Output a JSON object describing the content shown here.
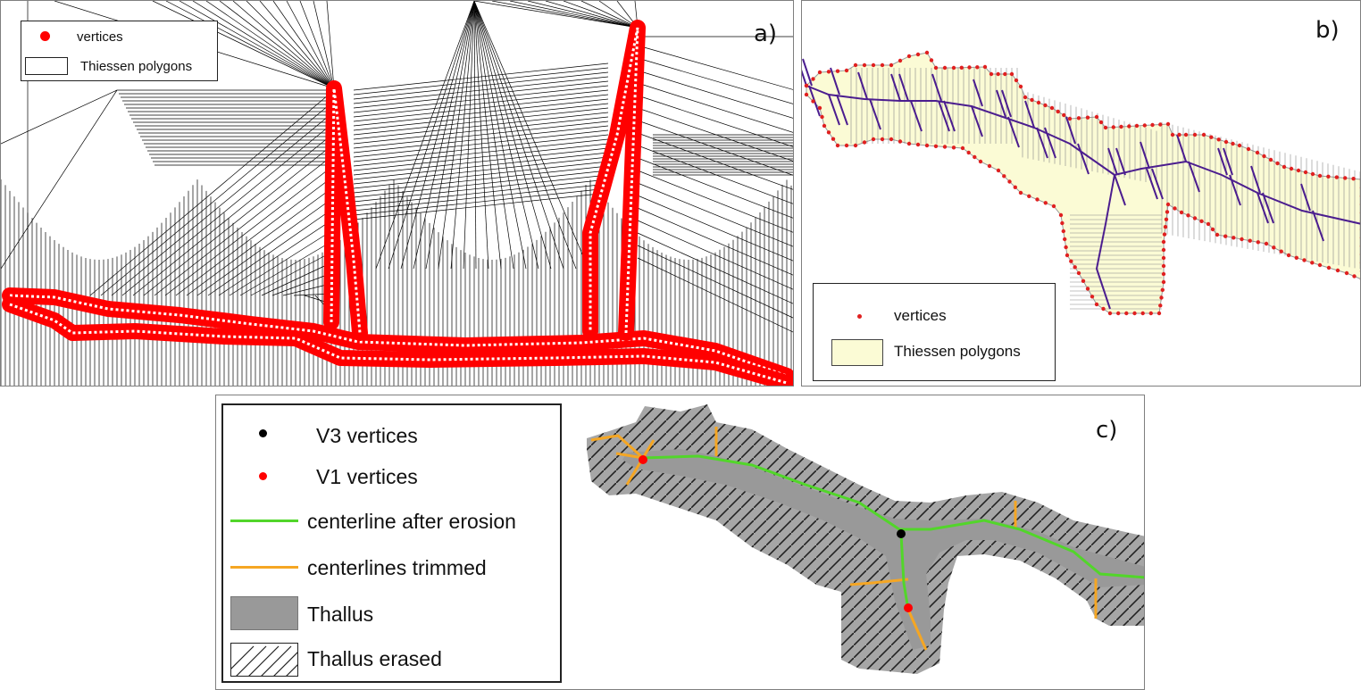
{
  "panels": {
    "a": {
      "letter": "a)",
      "legend": {
        "vertices": "vertices",
        "polygons": "Thiessen polygons"
      },
      "colors": {
        "vertex": "#ff0000",
        "edges": "#000000"
      }
    },
    "b": {
      "letter": "b)",
      "legend": {
        "vertices": "vertices",
        "polygons": "Thiessen polygons"
      },
      "colors": {
        "vertex": "#e02020",
        "fill": "#fbfbd5",
        "centerline": "#4b1d8f"
      }
    },
    "c": {
      "letter": "c)",
      "legend": {
        "v3": "V3 vertices",
        "v1": "V1 vertices",
        "centerline": "centerline after erosion",
        "trimmed": "centerlines trimmed",
        "thallus": "Thallus",
        "erased": "Thallus erased"
      },
      "colors": {
        "v3": "#000000",
        "v1": "#ff0000",
        "centerline": "#52d62a",
        "trimmed": "#f5a623",
        "thallus": "#999999"
      }
    }
  }
}
